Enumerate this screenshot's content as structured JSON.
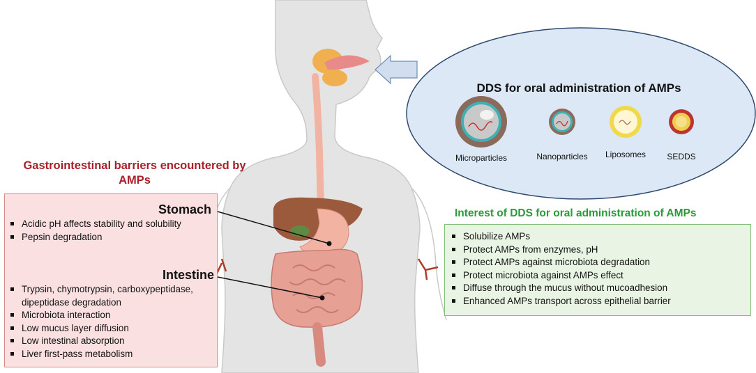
{
  "dds_panel": {
    "title": "DDS for oral administration of AMPs",
    "carriers": [
      "Microparticles",
      "Nanoparticles",
      "Liposomes",
      "SEDDS"
    ]
  },
  "barriers": {
    "title": "Gastrointestinal barriers encountered by AMPs",
    "stomach": {
      "heading": "Stomach",
      "items": [
        "Acidic pH affects stability and solubility",
        "Pepsin degradation"
      ]
    },
    "intestine": {
      "heading": "Intestine",
      "items": [
        "Trypsin, chymotrypsin, carboxypeptidase, dipeptidase degradation",
        "Microbiota interaction",
        "Low mucus layer diffusion",
        "Low intestinal  absorption",
        "Liver first-pass metabolism"
      ]
    }
  },
  "interest": {
    "title": "Interest of DDS for oral administration of AMPs",
    "items": [
      "Solubilize AMPs",
      "Protect AMPs from enzymes, pH",
      "Protect AMPs against microbiota degradation",
      "Protect microbiota against AMPs effect",
      "Diffuse through the mucus without mucoadhesion",
      "Enhanced AMPs transport across epithelial barrier"
    ]
  },
  "colors": {
    "barrier_title": "#a8202a",
    "barrier_box": "#fbe0e1",
    "interest_title": "#2a9a3a",
    "interest_box": "#e9f4e4",
    "dds_ellipse": "#dce8f5",
    "body": "#e4e4e4",
    "esophagus": "#f2b3a3",
    "liver": "#9c5a3c",
    "intestine": "#e6a094"
  }
}
